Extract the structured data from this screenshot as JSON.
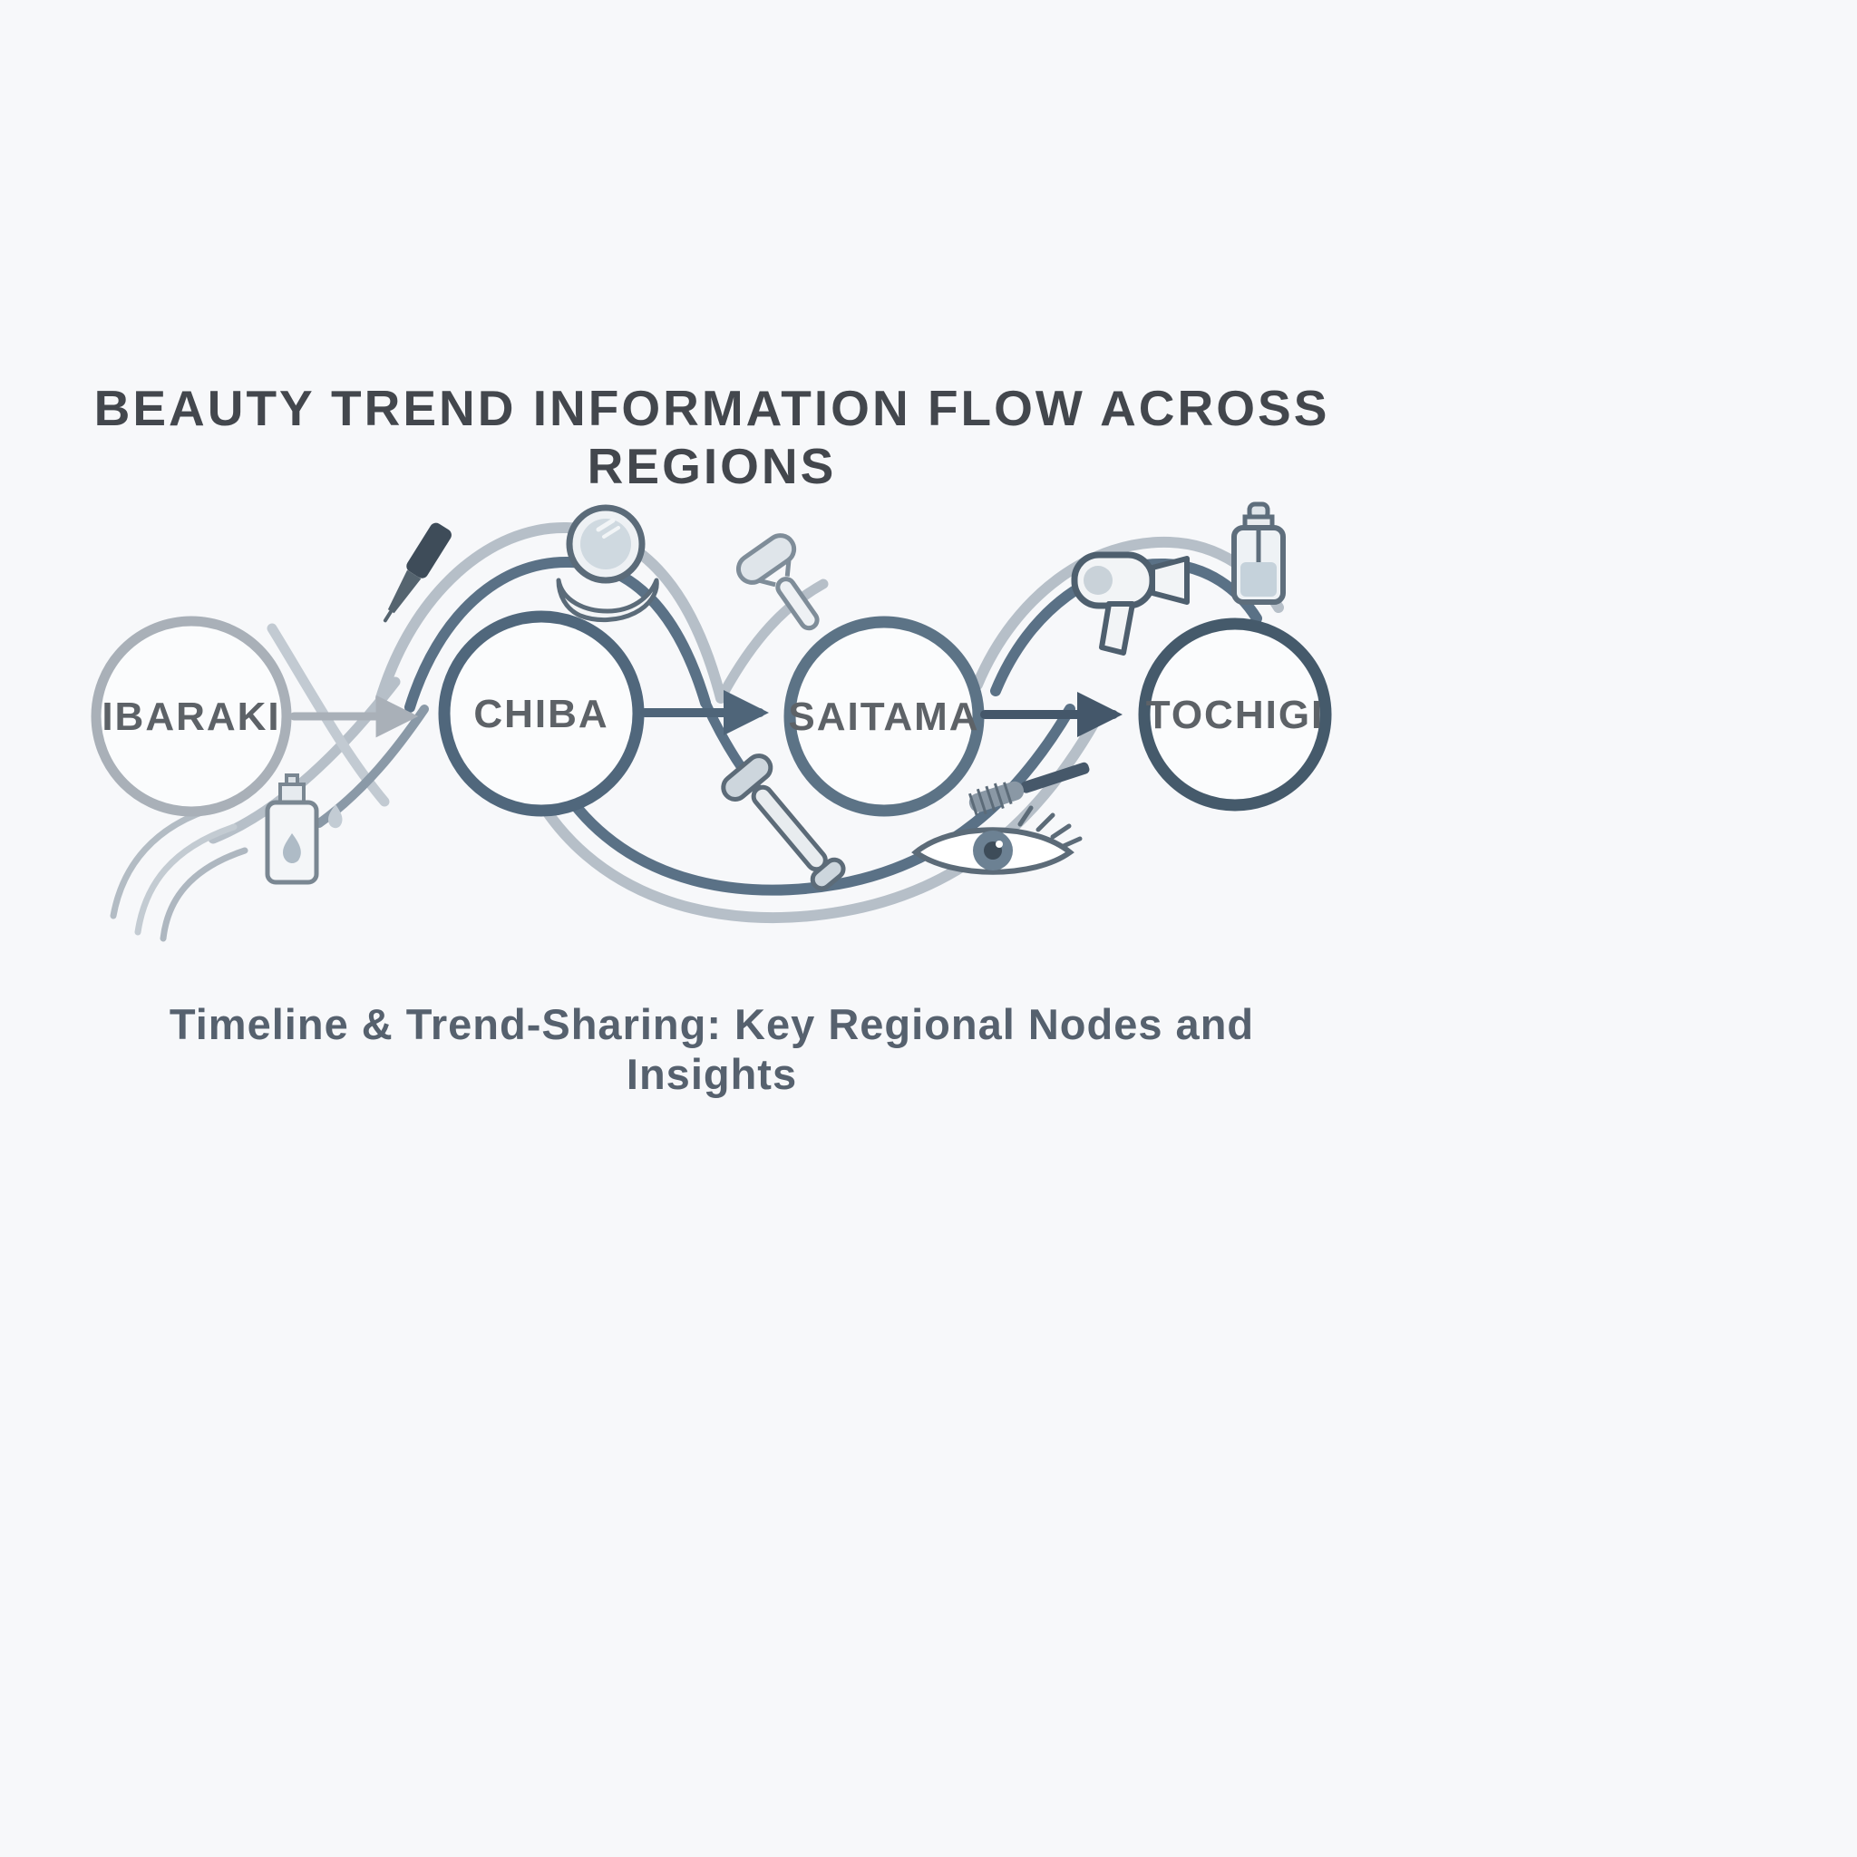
{
  "title": "BEAUTY TREND INFORMATION FLOW ACROSS REGIONS",
  "caption": "Timeline & Trend-Sharing: Key Regional Nodes and Insights",
  "nodes": [
    {
      "label": "IBARAKI"
    },
    {
      "label": "CHIBA"
    },
    {
      "label": "SAITAMA"
    },
    {
      "label": "TOCHIGI"
    }
  ],
  "icons": {
    "hair_strands": "flowing-hair-curves",
    "lotion_bottle": "pump-bottle-with-droplet",
    "nail_polish_brush": "dark-angled-brush",
    "compact_mirror_hand": "hand-holding-round-compact-mirror",
    "jade_roller_small": "angled-facial-roller",
    "face_roller": "dual-end-facial-roller",
    "eye_mascara": "eye-with-mascara-wand",
    "hair_dryer": "blow-dryer",
    "dropper_bottle": "serum-dropper-bottle"
  },
  "colors": {
    "background": "#f7f8fa",
    "ribbon_light": "#b6bfc8",
    "ribbon_slate": "#5a7186",
    "node_ibaraki": "#a9b0b8",
    "node_chiba": "#50677c",
    "node_saitama": "#5c7386",
    "node_tochigi": "#455a6b",
    "arrow_light": "#a9b0b8",
    "arrow_slate": "#4f6579",
    "arrow_dark": "#44576a",
    "label_text": "#5d6267",
    "title_text": "#43474d",
    "caption_text": "#56616e"
  }
}
